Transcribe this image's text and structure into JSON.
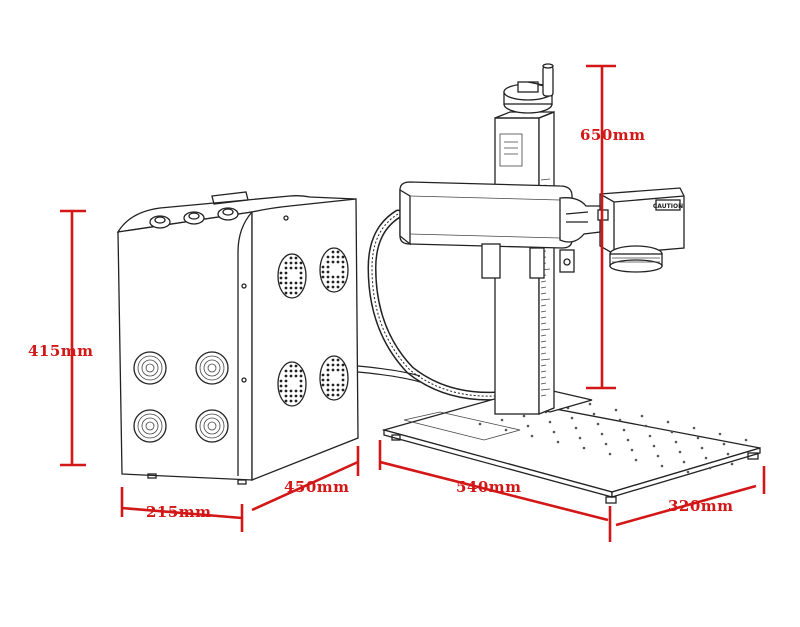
{
  "dimensions": {
    "height_source": "415mm",
    "width_source": "215mm",
    "depth_source": "450mm",
    "width_base": "540mm",
    "depth_base": "320mm",
    "height_column": "650mm"
  },
  "labels": {
    "laser_head_sticker": "CAUTION"
  },
  "colors": {
    "dimension": "#d31717",
    "line": "#222222"
  }
}
